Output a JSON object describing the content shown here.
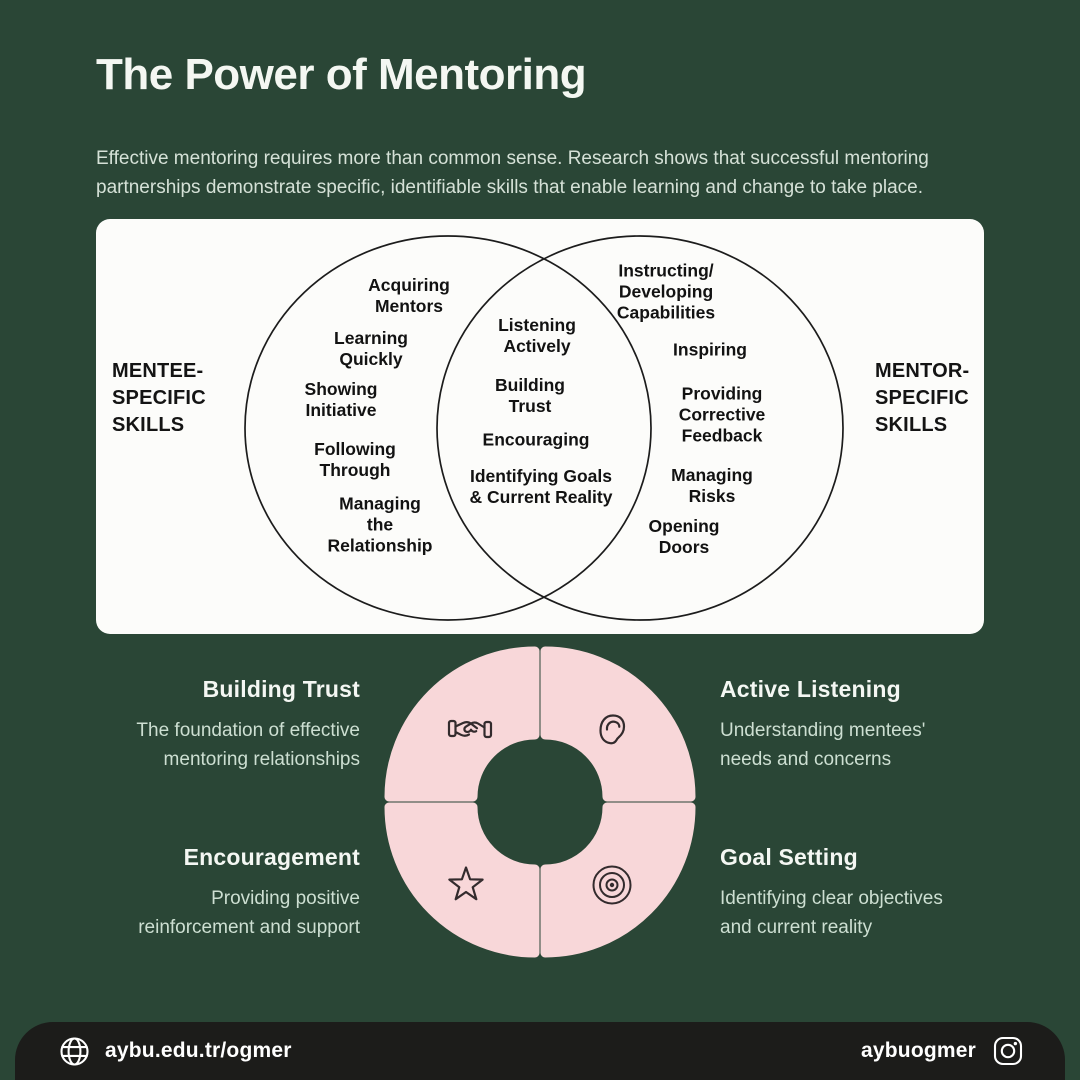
{
  "page": {
    "title": "The Power of Mentoring",
    "subtitle": "Effective mentoring requires more than common sense. Research shows that successful mentoring\npartnerships demonstrate specific, identifiable skills that enable learning and change to take place."
  },
  "venn": {
    "left_label": "MENTEE-\nSPECIFIC\nSKILLS",
    "right_label": "MENTOR-\nSPECIFIC\nSKILLS",
    "left_items": [
      "Acquiring\nMentors",
      "Learning\nQuickly",
      "Showing\nInitiative",
      "Following\nThrough",
      "Managing\nthe\nRelationship"
    ],
    "center_items": [
      "Listening\nActively",
      "Building\nTrust",
      "Encouraging",
      "Identifying Goals\n& Current Reality"
    ],
    "right_items": [
      "Instructing/\nDeveloping\nCapabilities",
      "Inspiring",
      "Providing\nCorrective\nFeedback",
      "Managing\nRisks",
      "Opening\nDoors"
    ]
  },
  "skills": [
    {
      "title": "Building Trust",
      "desc": "The foundation of effective\nmentoring relationships",
      "icon": "handshake-icon"
    },
    {
      "title": "Active Listening",
      "desc": "Understanding mentees'\nneeds and concerns",
      "icon": "ear-icon"
    },
    {
      "title": "Encouragement",
      "desc": "Providing positive\nreinforcement and support",
      "icon": "star-icon"
    },
    {
      "title": "Goal Setting",
      "desc": "Identifying clear objectives\nand current reality",
      "icon": "target-icon"
    }
  ],
  "footer": {
    "website": "aybu.edu.tr/ogmer",
    "social": "aybuogmer"
  },
  "colors": {
    "background": "#2a4636",
    "card": "#fcfcfa",
    "pink": "#f8d7d9",
    "footer_bar": "#1c1c1a",
    "heading_text": "#f4f7f3",
    "body_text": "#cddfd2",
    "diagram_ink": "#1c1c1c"
  }
}
